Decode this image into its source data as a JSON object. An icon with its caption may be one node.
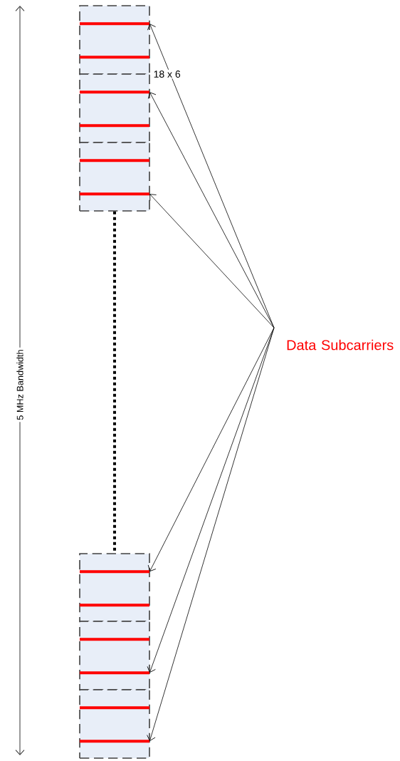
{
  "diagram": {
    "nodes": [
      {
        "text": [
          "Data Subcarriers"
        ]
      },
      {
        "text": [],
        "shape": "box"
      },
      {
        "text": [],
        "shape": "box"
      },
      {
        "text": [],
        "shape": "box"
      },
      {
        "text": [],
        "shape": "box"
      },
      {
        "text": [],
        "shape": "box"
      },
      {
        "text": [],
        "shape": "box"
      },
      {
        "text": [],
        "shape": "bar",
        "in": 1
      },
      {
        "text": [],
        "shape": "bar",
        "in": 1
      },
      {
        "text": [],
        "shape": "bar",
        "in": 2
      },
      {
        "text": [],
        "shape": "bar",
        "in": 2
      },
      {
        "text": [],
        "shape": "bar",
        "in": 3
      },
      {
        "text": [],
        "shape": "bar",
        "in": 3
      },
      {
        "text": [],
        "shape": "bar",
        "in": 4
      },
      {
        "text": [],
        "shape": "bar",
        "in": 4
      },
      {
        "text": [],
        "shape": "bar",
        "in": 5
      },
      {
        "text": [],
        "shape": "bar",
        "in": 5
      },
      {
        "text": [],
        "shape": "bar",
        "in": 6
      },
      {
        "text": [],
        "shape": "bar",
        "in": 6
      }
    ],
    "edges": [
      {
        "from": 0,
        "to": 7,
        "arrow": "to"
      },
      {
        "from": 0,
        "to": 9,
        "arrow": "to"
      },
      {
        "from": 0,
        "to": 12,
        "arrow": "to"
      },
      {
        "from": 0,
        "to": 13,
        "arrow": "to"
      },
      {
        "from": 0,
        "to": 16,
        "arrow": "to"
      },
      {
        "from": 0,
        "to": 18,
        "arrow": "to"
      },
      {
        "from": 3,
        "to": 4,
        "arrow": "none",
        "style": "dashed"
      }
    ],
    "labels": [
      "18 x 6",
      "5 MHz Bandwidth"
    ]
  }
}
